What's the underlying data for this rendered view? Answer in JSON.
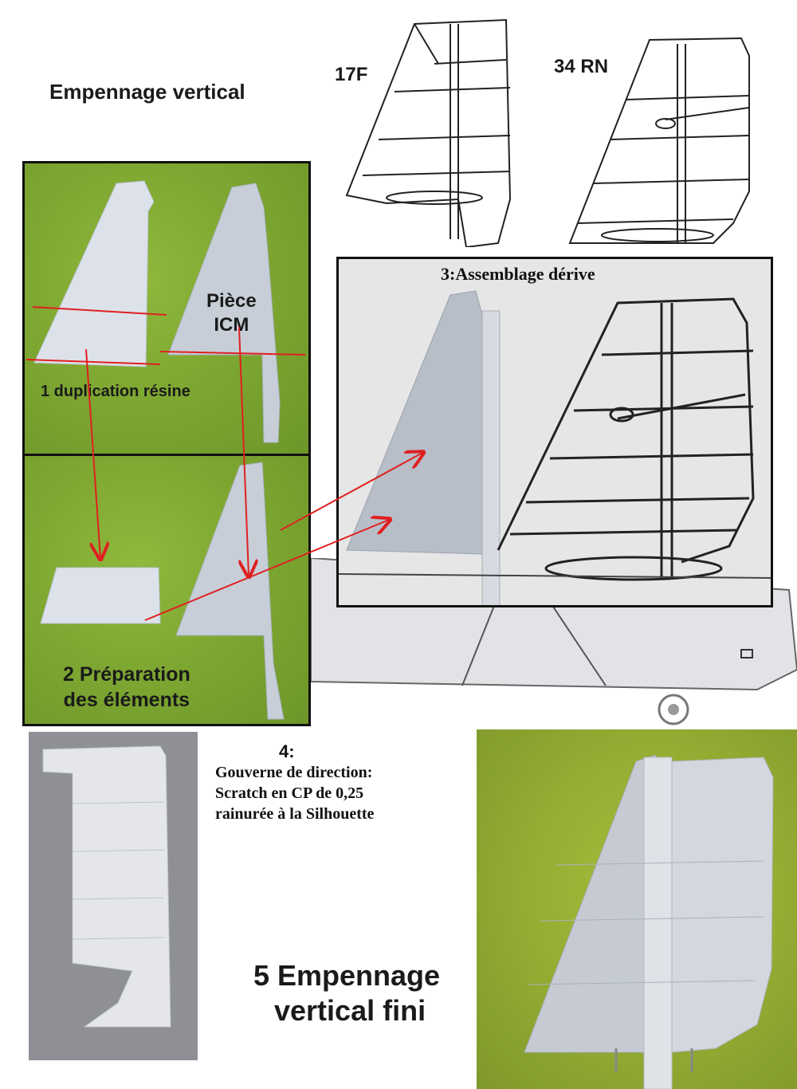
{
  "title": "Empennage vertical",
  "drawings": {
    "left_label": "17F",
    "right_label": "34 RN"
  },
  "step1": {
    "label_piece_line1": "Pièce",
    "label_piece_line2": "ICM",
    "caption": "1 duplication résine"
  },
  "step2": {
    "caption_line1": "2 Préparation",
    "caption_line2": "des éléments"
  },
  "step3": {
    "caption": "3:Assemblage dérive"
  },
  "step4": {
    "number": "4:",
    "line1": "Gouverne de direction:",
    "line2": "Scratch en CP de 0,25",
    "line3": "rainurée à la Silhouette"
  },
  "step5": {
    "line1": "5 Empennage",
    "line2": "vertical fini"
  },
  "colors": {
    "arrow_red": "#e02020",
    "mat_green": "#7fa832",
    "resin_grey": "#c9ced6",
    "frame": "#111111"
  }
}
